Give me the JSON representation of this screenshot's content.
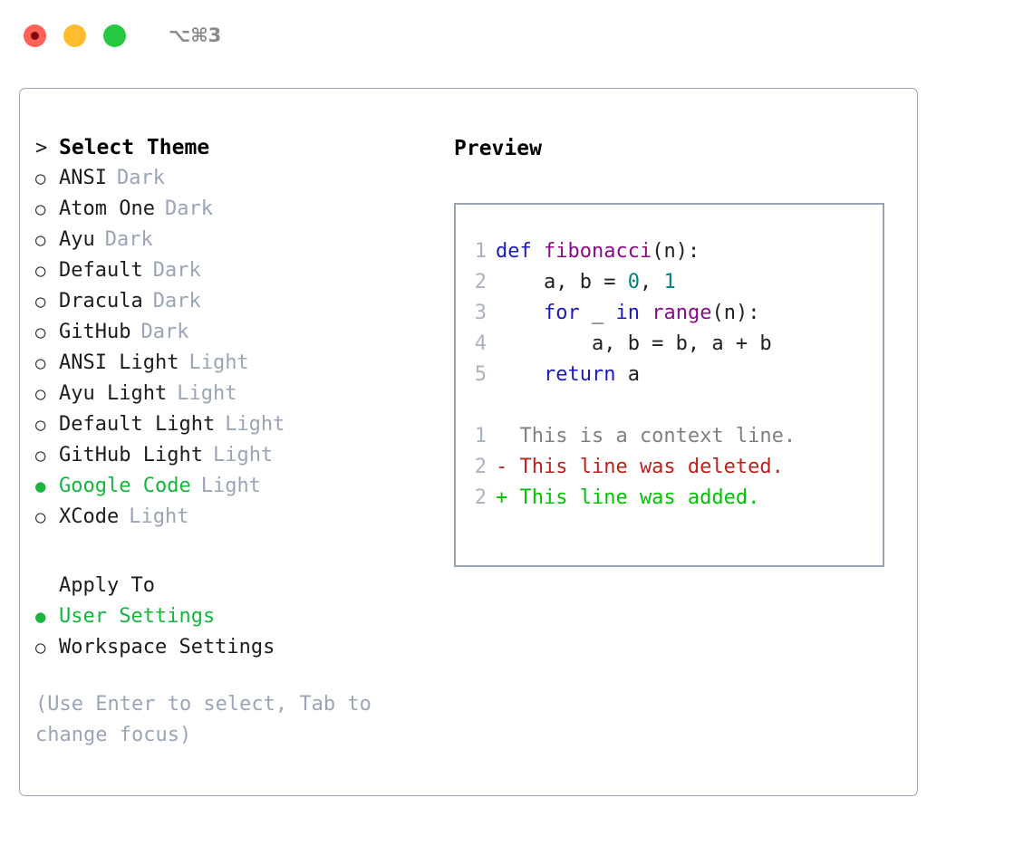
{
  "titlebar": {
    "shortcut": "⌥⌘3",
    "buttons": [
      {
        "name": "close",
        "color": "#ff6159"
      },
      {
        "name": "minimize",
        "color": "#ffbd2e"
      },
      {
        "name": "maximize",
        "color": "#26c940"
      }
    ]
  },
  "theme_picker": {
    "heading_marker": ">",
    "heading": "Select Theme",
    "items": [
      {
        "marker": "○",
        "label": "ANSI",
        "tag": "Dark",
        "selected": false
      },
      {
        "marker": "○",
        "label": "Atom One",
        "tag": "Dark",
        "selected": false
      },
      {
        "marker": "○",
        "label": "Ayu",
        "tag": "Dark",
        "selected": false
      },
      {
        "marker": "○",
        "label": "Default",
        "tag": "Dark",
        "selected": false
      },
      {
        "marker": "○",
        "label": "Dracula",
        "tag": "Dark",
        "selected": false
      },
      {
        "marker": "○",
        "label": "GitHub",
        "tag": "Dark",
        "selected": false
      },
      {
        "marker": "○",
        "label": "ANSI Light",
        "tag": "Light",
        "selected": false
      },
      {
        "marker": "○",
        "label": "Ayu Light",
        "tag": "Light",
        "selected": false
      },
      {
        "marker": "○",
        "label": "Default Light",
        "tag": "Light",
        "selected": false
      },
      {
        "marker": "○",
        "label": "GitHub Light",
        "tag": "Light",
        "selected": false
      },
      {
        "marker": "●",
        "label": "Google Code",
        "tag": "Light",
        "selected": true
      },
      {
        "marker": "○",
        "label": "XCode",
        "tag": "Light",
        "selected": false
      }
    ]
  },
  "apply_to": {
    "heading": "Apply To",
    "items": [
      {
        "marker": "●",
        "label": "User Settings",
        "selected": true
      },
      {
        "marker": "○",
        "label": "Workspace Settings",
        "selected": false
      }
    ]
  },
  "hint": "(Use Enter to select, Tab to change focus)",
  "preview": {
    "title": "Preview",
    "code_lines": [
      {
        "num": "1",
        "tokens": [
          {
            "t": "def ",
            "c": "kw"
          },
          {
            "t": "fibonacci",
            "c": "fn"
          },
          {
            "t": "(n):",
            "c": "pl"
          }
        ]
      },
      {
        "num": "2",
        "tokens": [
          {
            "t": "    a, b = ",
            "c": "pl"
          },
          {
            "t": "0",
            "c": "num"
          },
          {
            "t": ", ",
            "c": "pl"
          },
          {
            "t": "1",
            "c": "num"
          }
        ]
      },
      {
        "num": "3",
        "tokens": [
          {
            "t": "    ",
            "c": "pl"
          },
          {
            "t": "for",
            "c": "kw"
          },
          {
            "t": " _ ",
            "c": "pl"
          },
          {
            "t": "in",
            "c": "kw"
          },
          {
            "t": " ",
            "c": "pl"
          },
          {
            "t": "range",
            "c": "fn"
          },
          {
            "t": "(n):",
            "c": "pl"
          }
        ]
      },
      {
        "num": "4",
        "tokens": [
          {
            "t": "        a, b = b, a + b",
            "c": "pl"
          }
        ]
      },
      {
        "num": "5",
        "tokens": [
          {
            "t": "    ",
            "c": "pl"
          },
          {
            "t": "return",
            "c": "kw"
          },
          {
            "t": " a",
            "c": "pl"
          }
        ]
      }
    ],
    "diff_lines": [
      {
        "num": "1",
        "text": "  This is a context line.",
        "kind": "diff-ctx"
      },
      {
        "num": "2",
        "text": "- This line was deleted.",
        "kind": "diff-del"
      },
      {
        "num": "2",
        "text": "+ This line was added.",
        "kind": "diff-add"
      }
    ]
  },
  "colors": {
    "accent_green": "#14b83c",
    "muted": "#9aa5b8",
    "border": "#9aa5b4",
    "keyword": "#1b1bbb",
    "function": "#8a0a8a",
    "number": "#00807f",
    "diff_deleted": "#c0201a",
    "diff_added": "#00c400",
    "context": "#808080"
  }
}
